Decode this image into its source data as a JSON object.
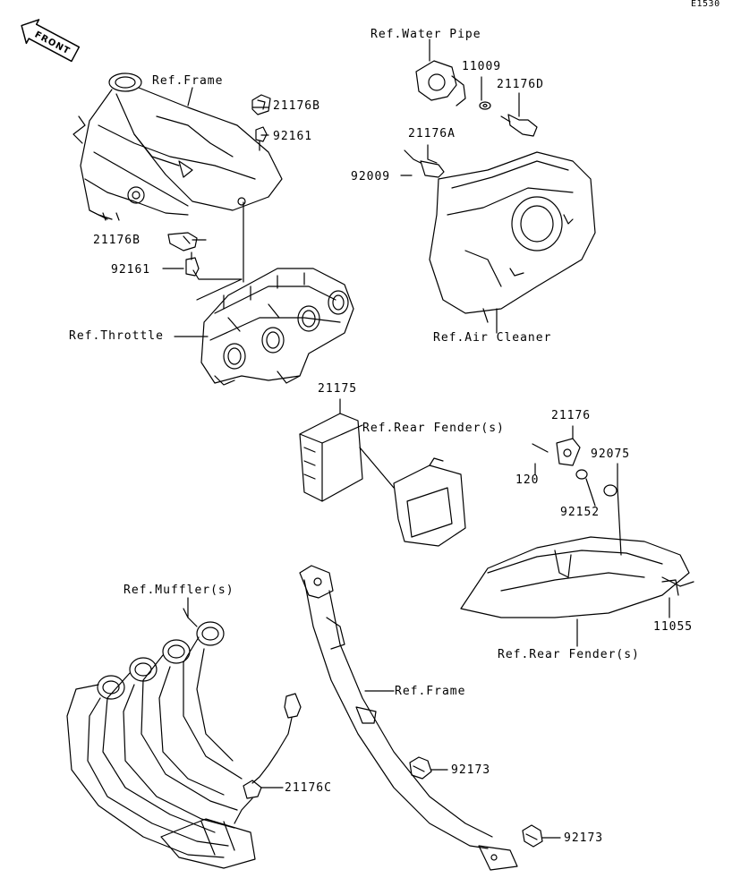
{
  "diagram_code": "E1530",
  "front_label": "FRONT",
  "labels": {
    "water_pipe": "Ref.Water Pipe",
    "frame_top": "Ref.Frame",
    "p11009": "11009",
    "p21176D": "21176D",
    "p21176B_a": "21176B",
    "p92161_a": "92161",
    "p21176A": "21176A",
    "p92009": "92009",
    "p21176B_b": "21176B",
    "p92161_b": "92161",
    "throttle": "Ref.Throttle",
    "air_cleaner": "Ref.Air Cleaner",
    "p21175": "21175",
    "rear_fender_a": "Ref.Rear Fender(s)",
    "p21176": "21176",
    "p92075": "92075",
    "p120": "120",
    "p92152": "92152",
    "muffler": "Ref.Muffler(s)",
    "p11055": "11055",
    "rear_fender_b": "Ref.Rear Fender(s)",
    "frame_bottom": "Ref.Frame",
    "p92173_a": "92173",
    "p21176C": "21176C",
    "p92173_b": "92173"
  }
}
